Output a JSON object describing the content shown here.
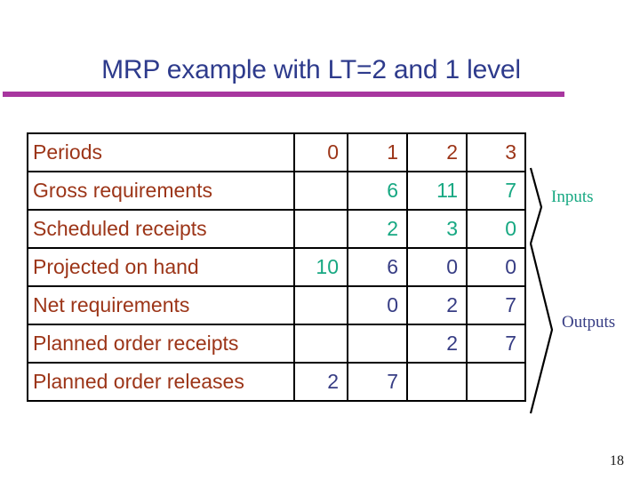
{
  "slide": {
    "title": "MRP example with LT=2 and 1 level",
    "page_number": "18",
    "accent_rule_color": "#a8369f",
    "title_color": "#2e3b8c"
  },
  "colors": {
    "label_red": "#9c3518",
    "input_teal": "#17a882",
    "output_navy": "#373d84"
  },
  "table": {
    "columns": [
      "Periods",
      "0",
      "1",
      "2",
      "3"
    ],
    "rows": [
      {
        "label": "Periods",
        "label_color": "#9c3518",
        "values": [
          "0",
          "1",
          "2",
          "3"
        ],
        "value_colors": [
          "#9c3518",
          "#9c3518",
          "#9c3518",
          "#9c3518"
        ]
      },
      {
        "label": "Gross requirements",
        "label_color": "#9c3518",
        "values": [
          "",
          "6",
          "11",
          "7"
        ],
        "value_colors": [
          "#17a882",
          "#17a882",
          "#17a882",
          "#17a882"
        ]
      },
      {
        "label": "Scheduled receipts",
        "label_color": "#9c3518",
        "values": [
          "",
          "2",
          "3",
          "0"
        ],
        "value_colors": [
          "#17a882",
          "#17a882",
          "#17a882",
          "#17a882"
        ]
      },
      {
        "label": "Projected on hand",
        "label_color": "#9c3518",
        "values": [
          "10",
          "6",
          "0",
          "0"
        ],
        "value_colors": [
          "#17a882",
          "#373d84",
          "#373d84",
          "#373d84"
        ]
      },
      {
        "label": "Net requirements",
        "label_color": "#9c3518",
        "values": [
          "",
          "0",
          "2",
          "7"
        ],
        "value_colors": [
          "#373d84",
          "#373d84",
          "#373d84",
          "#373d84"
        ]
      },
      {
        "label": "Planned order receipts",
        "label_color": "#9c3518",
        "values": [
          "",
          "",
          "2",
          "7"
        ],
        "value_colors": [
          "#373d84",
          "#373d84",
          "#373d84",
          "#373d84"
        ]
      },
      {
        "label": "Planned order releases",
        "label_color": "#9c3518",
        "values": [
          "2",
          "7",
          "",
          ""
        ],
        "value_colors": [
          "#373d84",
          "#373d84",
          "#373d84",
          "#373d84"
        ]
      }
    ]
  },
  "annotations": {
    "inputs": "Inputs",
    "outputs": "Outputs"
  }
}
